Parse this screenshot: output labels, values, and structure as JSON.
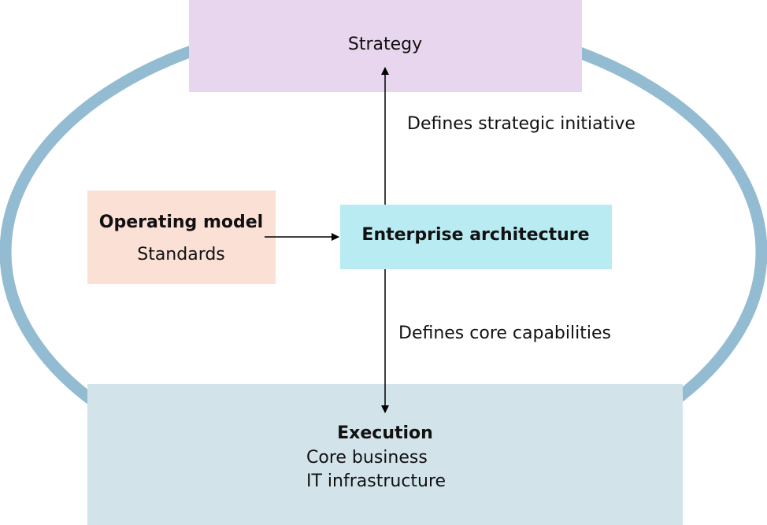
{
  "colors": {
    "ring": "#93bcd2",
    "strategy_fill": "#e8d5ee",
    "operating_fill": "#fbe0d6",
    "ea_fill": "#b8ecf2",
    "execution_fill": "#d2e3ea",
    "arrow": "#000000"
  },
  "strategy": {
    "title": "Strategy"
  },
  "operating_model": {
    "title": "Operating model",
    "subtitle": "Standards"
  },
  "enterprise_architecture": {
    "title": "Enterprise architecture"
  },
  "execution": {
    "title": "Execution",
    "line1": "Core business",
    "line2": "IT infrastructure"
  },
  "edges": {
    "up_label": "Defines strategic initiative",
    "down_label": "Defines core capabilities"
  }
}
